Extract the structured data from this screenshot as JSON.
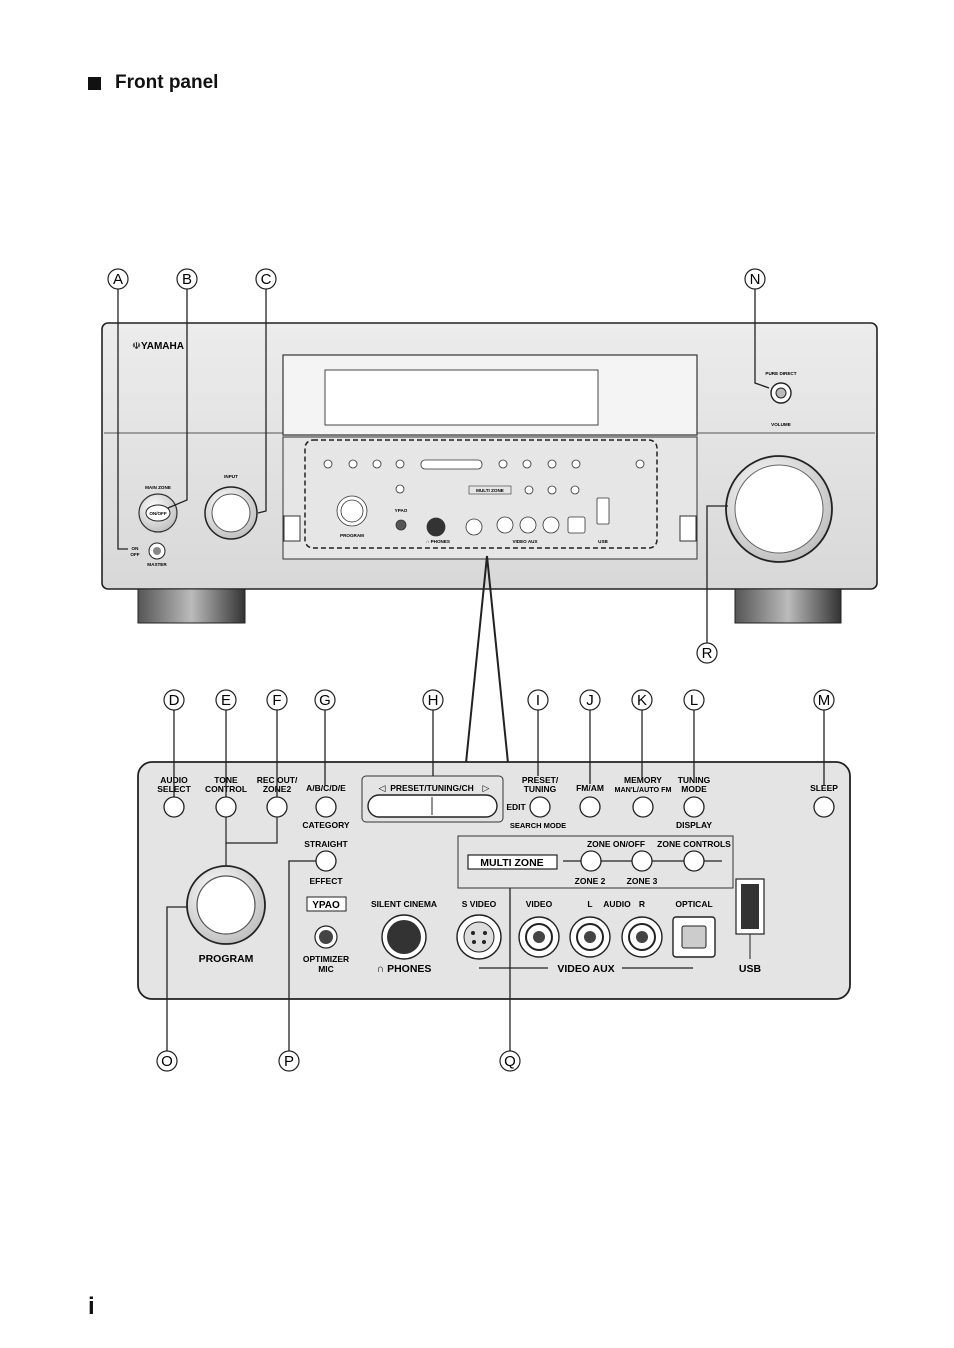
{
  "section": {
    "title": "Front panel"
  },
  "page": {
    "number": "i"
  },
  "callouts": [
    "A",
    "B",
    "C",
    "D",
    "E",
    "F",
    "G",
    "H",
    "I",
    "J",
    "K",
    "L",
    "M",
    "N",
    "O",
    "P",
    "Q",
    "R"
  ],
  "receiver": {
    "brand": "☫YAMAHA",
    "main_zone": "MAIN ZONE",
    "on_off": "ON/OFF",
    "input": "INPUT",
    "on": "ON",
    "off": "OFF",
    "master": "MASTER",
    "pure_direct": "PURE DIRECT",
    "volume": "VOLUME"
  },
  "panel": {
    "audio_select": [
      "AUDIO",
      "SELECT"
    ],
    "tone_control": [
      "TONE",
      "CONTROL"
    ],
    "rec_out": [
      "REC OUT/",
      "ZONE2"
    ],
    "abcde": "A/B/C/D/E",
    "category": "CATEGORY",
    "preset_tuning_ch": "PRESET/TUNING/CH",
    "preset_tuning": [
      "PRESET/",
      "TUNING"
    ],
    "edit": "EDIT",
    "search_mode": "SEARCH MODE",
    "fm_am": "FM/AM",
    "memory": "MEMORY",
    "man_auto": "MAN'L/AUTO FM",
    "tuning_mode": [
      "TUNING",
      "MODE"
    ],
    "display": "DISPLAY",
    "sleep": "SLEEP",
    "straight": "STRAIGHT",
    "effect": "EFFECT",
    "multi_zone": "MULTI ZONE",
    "zone_onoff": "ZONE ON/OFF",
    "zone_controls": "ZONE CONTROLS",
    "zone2": "ZONE 2",
    "zone3": "ZONE 3",
    "ypao": "YPAO",
    "optimizer": [
      "OPTIMIZER",
      "MIC"
    ],
    "silent_cinema": "SILENT CINEMA",
    "phones": "∩ PHONES",
    "s_video": "S VIDEO",
    "video": "VIDEO",
    "l": "L",
    "audio": "AUDIO",
    "r": "R",
    "optical": "OPTICAL",
    "video_aux": "VIDEO AUX",
    "usb": "USB",
    "program": "PROGRAM"
  }
}
